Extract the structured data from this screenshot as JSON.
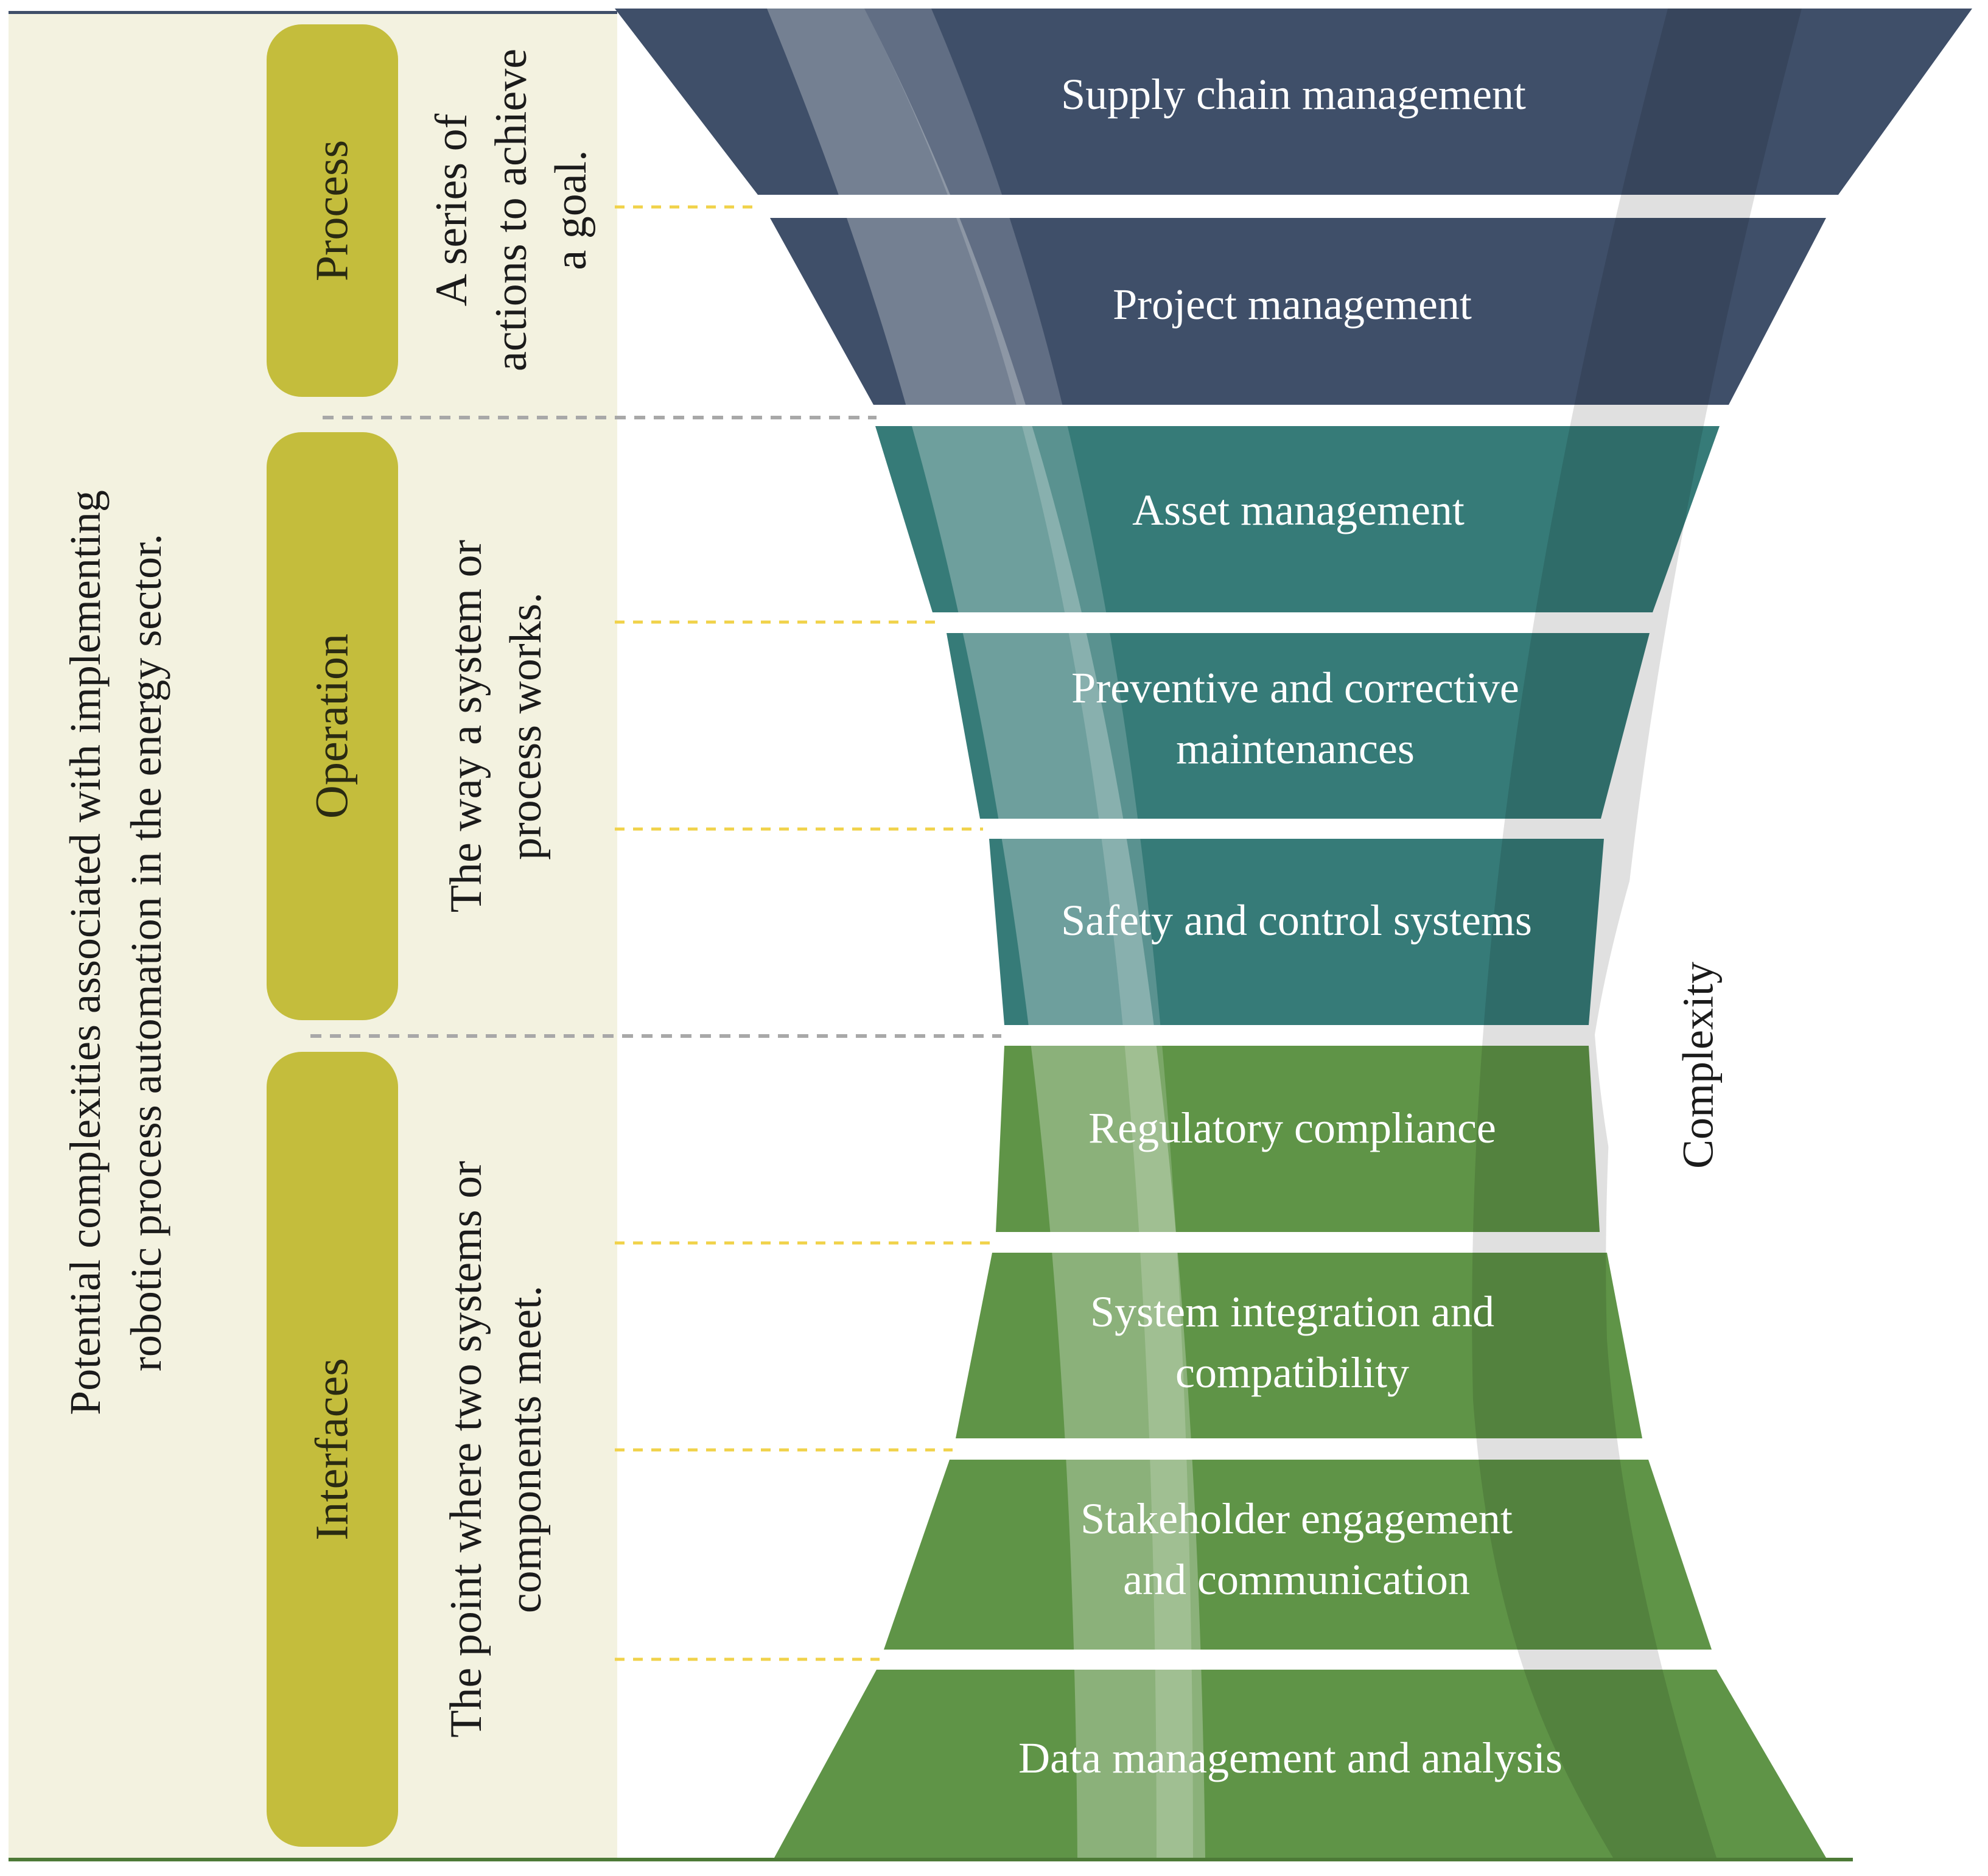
{
  "left_panel": {
    "main_text": [
      "Potential complexities associated with implementing",
      "robotic process automation in the energy sector."
    ],
    "groups": [
      {
        "name": "Process",
        "description": [
          "A series of",
          "actions to achieve",
          "a goal."
        ]
      },
      {
        "name": "Operation",
        "description": [
          "The way a system or",
          "process works."
        ]
      },
      {
        "name": "Interfaces",
        "description": [
          "The point where two systems or",
          "components meet."
        ]
      }
    ]
  },
  "funnel": {
    "segments": [
      {
        "label": [
          "Supply chain management"
        ],
        "group": "Process"
      },
      {
        "label": [
          "Project management"
        ],
        "group": "Process"
      },
      {
        "label": [
          "Asset management"
        ],
        "group": "Operation"
      },
      {
        "label": [
          "Preventive and corrective",
          "maintenances"
        ],
        "group": "Operation"
      },
      {
        "label": [
          "Safety and control systems"
        ],
        "group": "Operation"
      },
      {
        "label": [
          "Regulatory compliance"
        ],
        "group": "Interfaces"
      },
      {
        "label": [
          "System integration and",
          "compatibility"
        ],
        "group": "Interfaces"
      },
      {
        "label": [
          "Stakeholder engagement",
          "and communication"
        ],
        "group": "Interfaces"
      },
      {
        "label": [
          "Data management and analysis"
        ],
        "group": "Interfaces"
      }
    ],
    "axis_label": "Complexity"
  },
  "colors": {
    "panel_bg": "#f3f2e0",
    "pill": "#c4bd3c",
    "process": "#3f4f69",
    "operation": "#367b78",
    "interfaces": "#5f9447",
    "yellow_dash": "#f0d24a",
    "gray_dash": "#a8a8a8"
  }
}
